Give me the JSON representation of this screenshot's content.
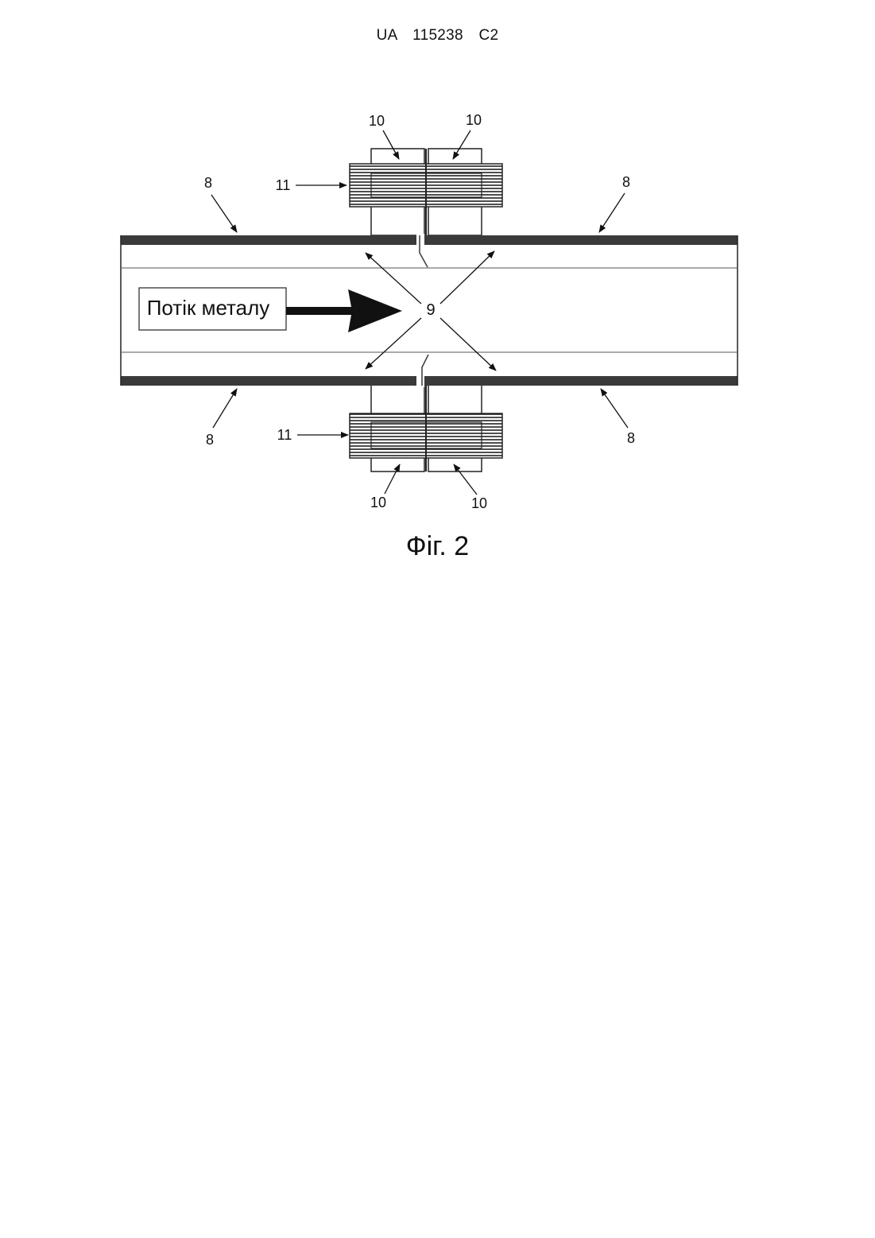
{
  "header": {
    "doc_number": "UA   115238   C2"
  },
  "figure": {
    "flow_label": "Потік металу",
    "labels": {
      "pipe_wall": "8",
      "joint_gap": "9",
      "electrode": "10",
      "clamp": "11"
    },
    "caption": "Фіг. 2"
  }
}
